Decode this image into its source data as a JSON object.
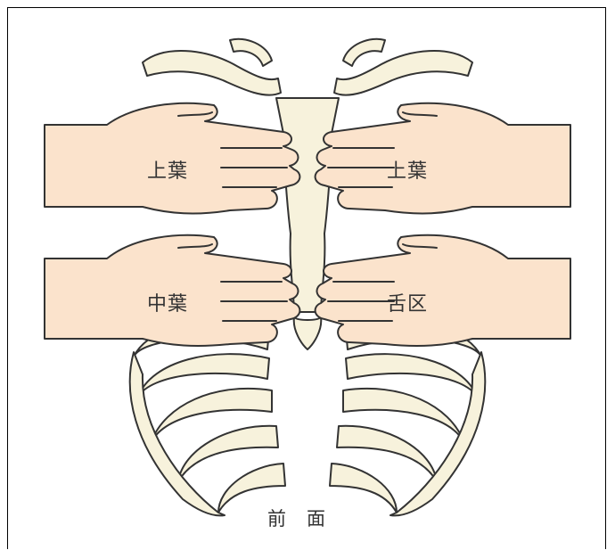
{
  "labels": {
    "upper_left": "上葉",
    "upper_right": "上葉",
    "middle_left": "中葉",
    "lingula_right": "舌区",
    "caption": "前　面"
  },
  "colors": {
    "bone": "#f7f2dc",
    "hand": "#fbe3cc",
    "outline": "#333333",
    "frame": "#000000"
  }
}
